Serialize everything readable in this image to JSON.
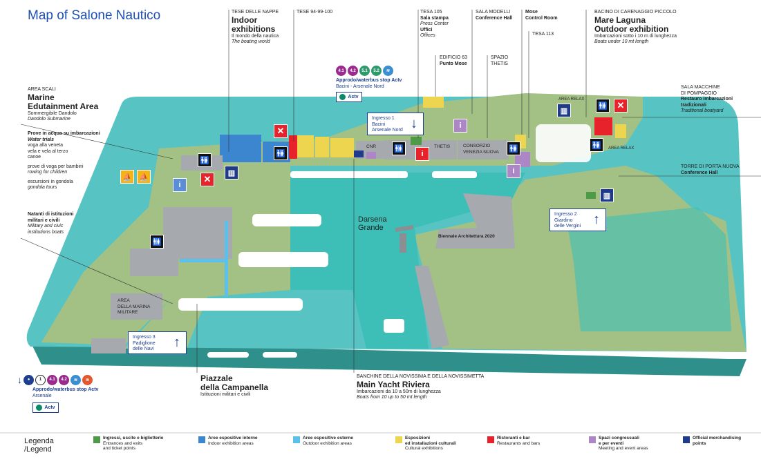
{
  "title": "Map of Salone Nautico",
  "colors": {
    "land": "#a3c184",
    "water": "#3dbfb8",
    "sea": "#57c4c3",
    "dark": "#7d8288",
    "gray": "#a6a9ad",
    "green": "#4f9a47",
    "blue_indoor": "#3c86d0",
    "blue_outdoor": "#5bc1ec",
    "yellow": "#eed54f",
    "red": "#e8222a",
    "purple": "#ad86c8",
    "navy": "#1f3b8a"
  },
  "labels": {
    "scali": {
      "l1": "AREA SCALI",
      "l2": "Marine",
      "l3": "Edutainment Area",
      "l4": "Sommergibile Dandolo",
      "l5": "Dandolo Submarine"
    },
    "prove": {
      "l1": "Prove in acqua su imbarcazioni",
      "l2": "Water trials",
      "l3": "voga alla veneta",
      "l4": "vela e vela al terzo",
      "l5": "canoe",
      "l6": "prove di voga per bambini",
      "l7": "rowing for children",
      "l8": "escursioni in gondola",
      "l9": "gondola tours"
    },
    "natanti": {
      "l1": "Natanti di istituzioni",
      "l2": "militari e civili",
      "l3": "Military and civic",
      "l4": "institutions boats"
    },
    "nappe": {
      "l1": "TESE DELLE NAPPE",
      "l2": "Indoor",
      "l3": "exhibitions",
      "l4": "Il mondo della nautica",
      "l5": "The boating world"
    },
    "tese94": {
      "l1": "TESE 94-99-100"
    },
    "tesa105": {
      "l1": "TESA 105",
      "l2": "Sala stampa",
      "l3": "Press Center",
      "l4": "Uffici",
      "l5": "Offices"
    },
    "modelli": {
      "l1": "SALA MODELLI",
      "l2": "Conference Hall"
    },
    "mose": {
      "l1": "Mose",
      "l2": "Control Room"
    },
    "tesa113": {
      "l1": "TESA 113"
    },
    "edificio": {
      "l1": "EDIFICIO 63",
      "l2": "Punto Mose"
    },
    "thetis": {
      "l1": "SPAZIO",
      "l2": "THETIS"
    },
    "bacino": {
      "l1": "BACINO DI CARENAGGIO PICCOLO",
      "l2": "Mare Laguna",
      "l3": "Outdoor exhibition",
      "l4": "Imbarcazioni sotto i 10 m di lunghezza",
      "l5": "Boats under 10 mt length"
    },
    "pompaggio": {
      "l1": "SALA MACCHINE",
      "l2": "DI POMPAGGIO",
      "l3": "Restauro imbarcazioni",
      "l4": "tradizionali",
      "l5": "Traditional boatyard"
    },
    "torre": {
      "l1": "TORRE DI PORTA NUOVA",
      "l2": "Conference Hall"
    },
    "stop_top": {
      "l1": "Approdo/waterbus stop Actv",
      "l2": "Bacini - Arsenale Nord",
      "lines": [
        "4.1",
        "4.2",
        "5.1",
        "5.2"
      ]
    },
    "stop_bottom": {
      "l1": "Approdo/waterbus stop Actv",
      "l2": "Arsenale",
      "lines": [
        "1",
        "4.1",
        "4.2"
      ]
    },
    "actv": "Actv",
    "darsena": {
      "l1": "Darsena",
      "l2": "Grande"
    },
    "biennale": "Biennale Architettura 2020",
    "marina": {
      "l1": "AREA",
      "l2": "DELLA MARINA",
      "l3": "MILITARE"
    },
    "piazzale": {
      "l1": "Piazzale",
      "l2": "della Campanella",
      "l3": "Istituzioni militari e civili"
    },
    "riviera": {
      "l1": "BANCHINE DELLA NOVISSIMA E DELLA NOVISSIMETTA",
      "l2": "Main Yacht Riviera",
      "l3": "Imbarcazioni da 10 a 50m di lunghezza",
      "l4": "Boats from 10 up to 50 mt length"
    },
    "relax1": "AREA RELAX",
    "relax2": "AREA RELAX",
    "cnr": "CNR",
    "thetis_bld": "THETIS",
    "consorzio": {
      "l1": "CONSORZIO",
      "l2": "VENEZIA NUOVA"
    }
  },
  "entrances": {
    "e1": {
      "l1": "Ingresso 1",
      "l2": "Bacini",
      "l3": "Arsenale Nord",
      "arrow": "↓"
    },
    "e2": {
      "l1": "Ingresso 2",
      "l2": "Giardino",
      "l3": "delle Vergini",
      "arrow": "↑"
    },
    "e3": {
      "l1": "Ingresso 3",
      "l2": "Padiglione",
      "l3": "delle Navi",
      "arrow": "↑"
    }
  },
  "icons": {
    "wc": "🚻",
    "rest": "✕",
    "info": "i",
    "gate": "▥",
    "boat": "⛵",
    "relax": "❚❚"
  },
  "legend": {
    "title1": "Legenda",
    "title2": "/Legend",
    "items": [
      {
        "name": "Ingressi, uscite e biglietterie",
        "sub1": "Entrances and exits",
        "sub2": "and ticket points",
        "color": "#4f9a47"
      },
      {
        "name": "Aree espositive interne",
        "sub1": "Indoor exhibition areas",
        "sub2": "",
        "color": "#3c86d0"
      },
      {
        "name": "Aree espositive esterne",
        "sub1": "Outdoor exhibition areas",
        "sub2": "",
        "color": "#5bc1ec"
      },
      {
        "name": "Esposizioni",
        "name2": "ed installazioni culturali",
        "sub1": "Cultural exhibitions",
        "color": "#eed54f"
      },
      {
        "name": "Ristoranti e bar",
        "sub1": "Restaurants and bars",
        "sub2": "",
        "color": "#e8222a"
      },
      {
        "name": "Spazi congressuali",
        "name2": "e per eventi",
        "sub1": "Meeting and event areas",
        "color": "#ad86c8"
      },
      {
        "name": "Official merchandising",
        "name2": "points",
        "sub1": "",
        "color": "#1f3b8a"
      }
    ]
  }
}
